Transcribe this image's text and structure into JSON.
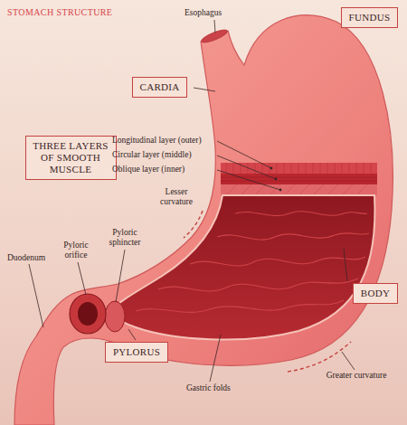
{
  "diagram": {
    "title": "STOMACH STRUCTURE",
    "nodes": [
      {
        "text": [
          "FUNDUS"
        ]
      },
      {
        "text": [
          "CARDIA"
        ]
      },
      {
        "text": [
          "THREE LAYERS OF SMOOTH MUSCLE"
        ]
      },
      {
        "text": [
          "BODY"
        ]
      },
      {
        "text": [
          "PYLORUS"
        ]
      }
    ],
    "labels": [
      "Esophagus",
      "Longitudinal layer (outer)",
      "Circular layer (middle)",
      "Oblique layer (inner)",
      "Lesser curvature",
      "Pyloric sphincter",
      "Pyloric orifice",
      "Duodenum",
      "Gastric folds",
      "Greater curvature"
    ]
  }
}
